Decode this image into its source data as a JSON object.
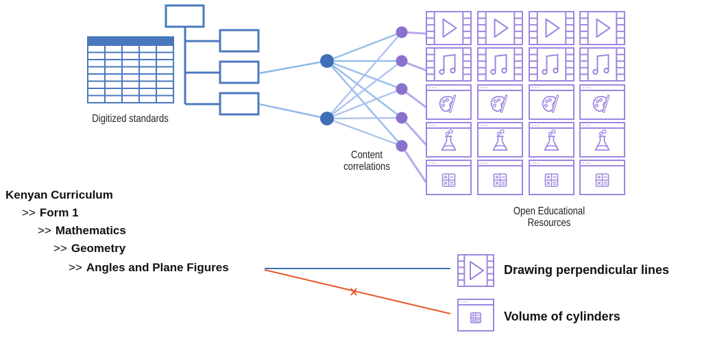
{
  "labels": {
    "digitized_standards": "Digitized standards",
    "content_correlations_line1": "Content",
    "content_correlations_line2": "correlations",
    "oer_line1": "Open Educational",
    "oer_line2": "Resources"
  },
  "curriculum_path": {
    "root": "Kenyan Curriculum",
    "levels": [
      {
        "prefix": ">>",
        "label": "Form 1"
      },
      {
        "prefix": ">>",
        "label": "Mathematics"
      },
      {
        "prefix": ">>",
        "label": "Geometry"
      },
      {
        "prefix": ">>",
        "label": "Angles and Plane Figures"
      }
    ]
  },
  "resource_grid": {
    "columns": 4,
    "rows": [
      "video-icon",
      "music-icon",
      "palette-icon",
      "flask-icon",
      "calculator-icon"
    ]
  },
  "matches": [
    {
      "resource": "Drawing perpendicular lines",
      "icon": "video-icon",
      "status": "correct",
      "color": "#3a6fb5"
    },
    {
      "resource": "Volume of cylinders",
      "icon": "calculator-icon",
      "status": "incorrect",
      "color": "#e8582a"
    }
  ],
  "colors": {
    "standards_blue": "#4a78bd",
    "link_blue": "#8fb8e8",
    "node_blue": "#3f6fb5",
    "resource_purple": "#9d85e0",
    "node_purple": "#8a72cc",
    "link_purple": "#b9a8ec",
    "correct_line": "#3a6fb5",
    "incorrect_line": "#e8582a"
  }
}
